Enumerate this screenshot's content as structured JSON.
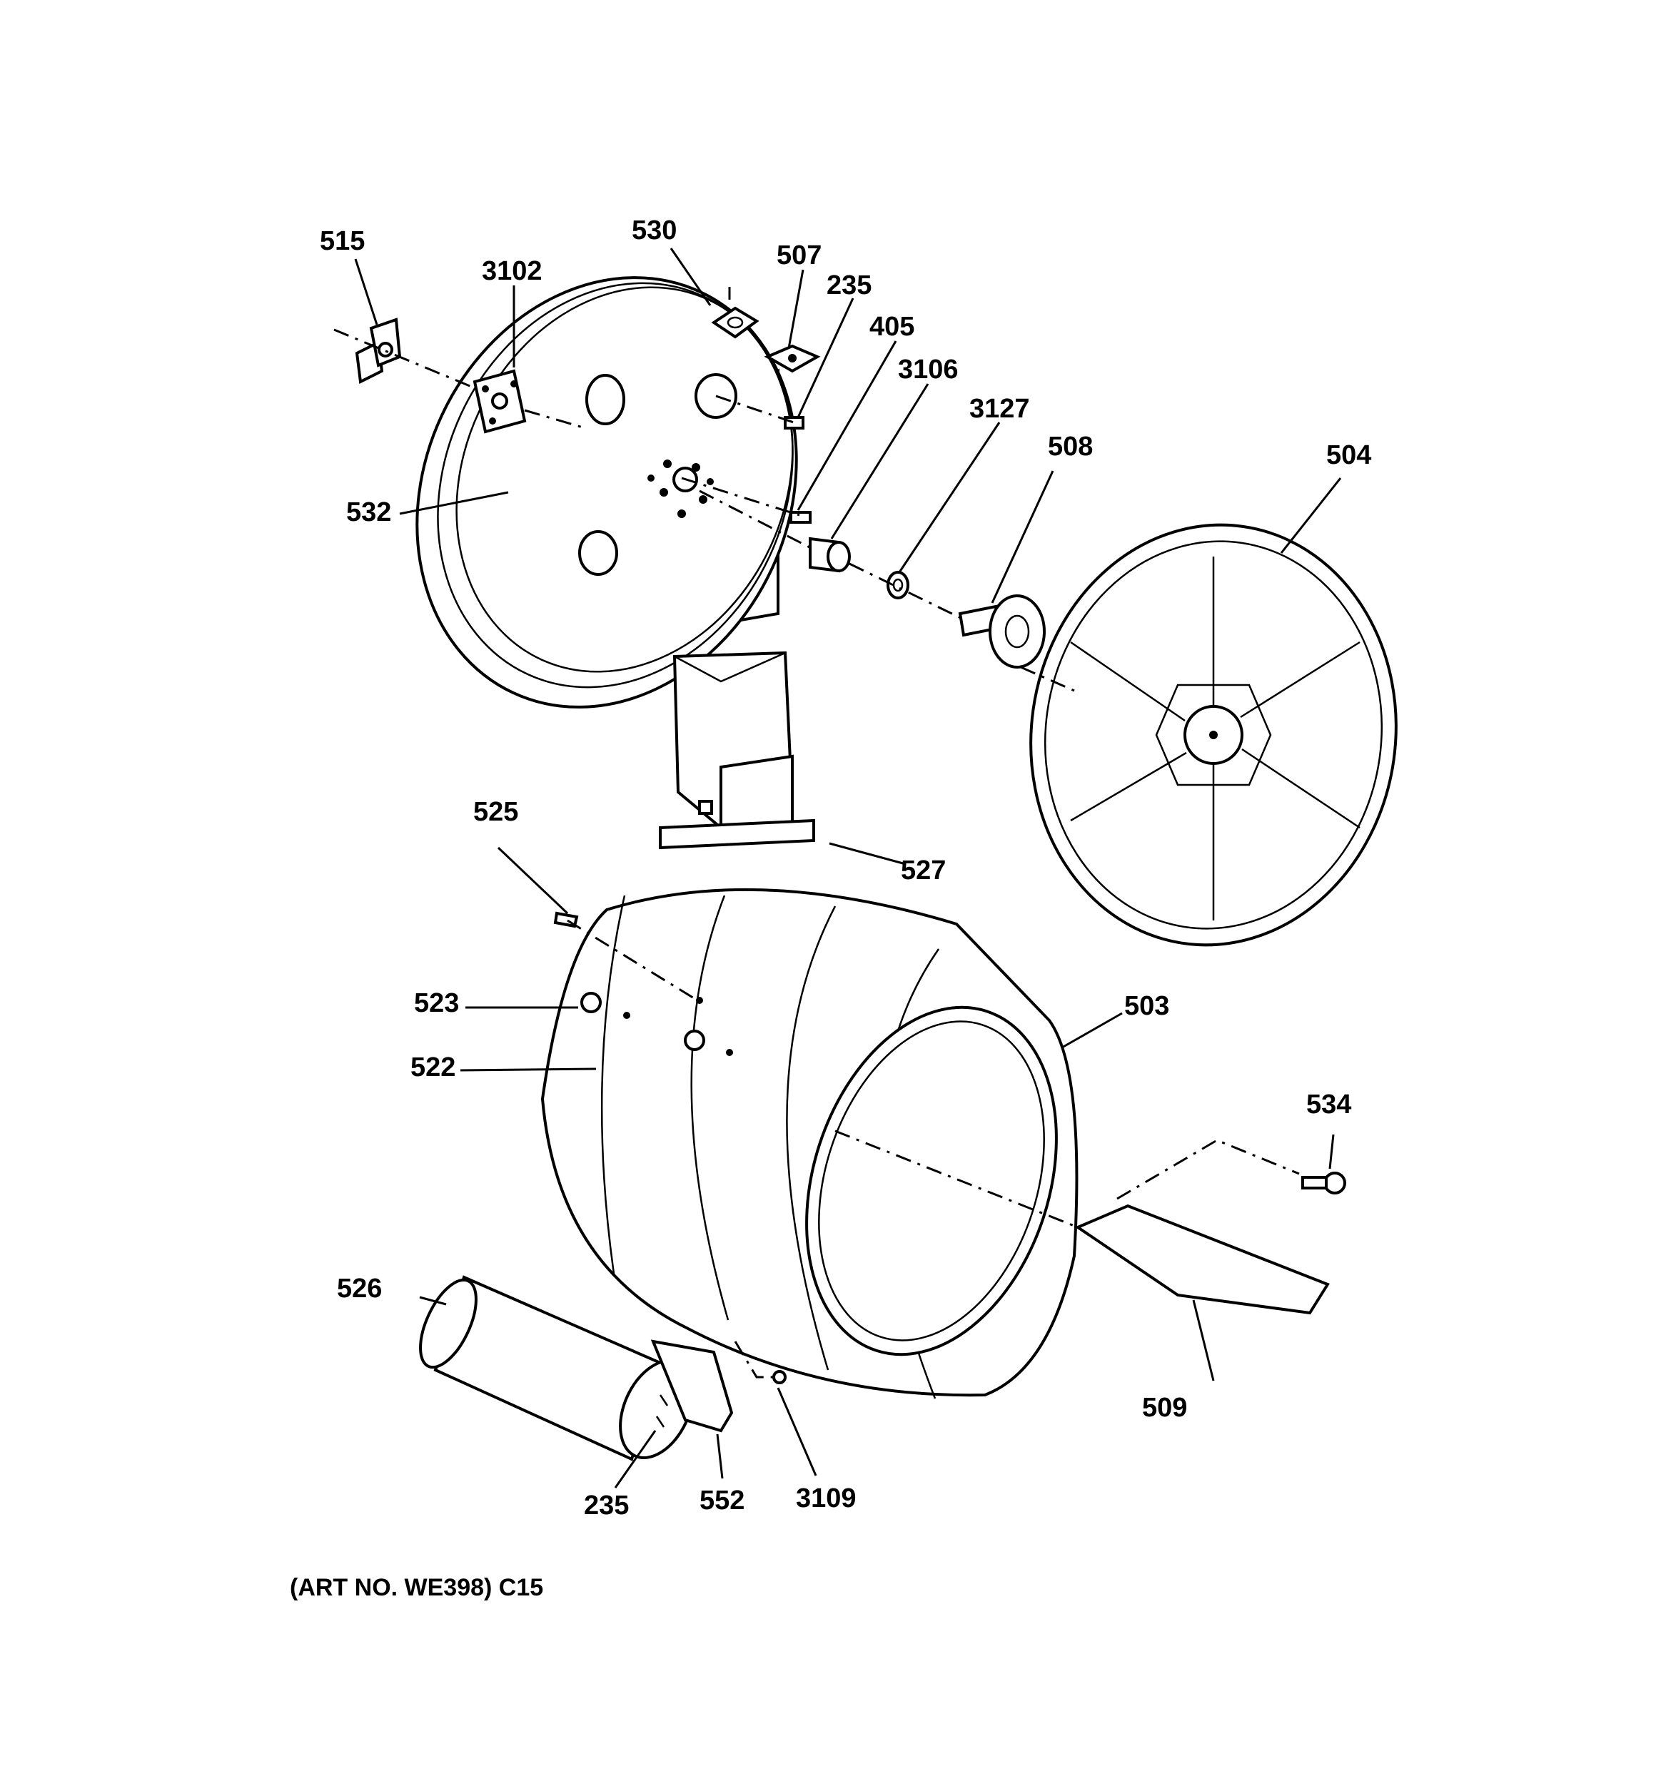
{
  "callouts": {
    "c515": "515",
    "c3102": "3102",
    "c530": "530",
    "c507": "507",
    "c235a": "235",
    "c405": "405",
    "c3106": "3106",
    "c3127": "3127",
    "c508": "508",
    "c504": "504",
    "c532": "532",
    "c525": "525",
    "c527": "527",
    "c523": "523",
    "c522": "522",
    "c503": "503",
    "c534": "534",
    "c526": "526",
    "c509": "509",
    "c235b": "235",
    "c552": "552",
    "c3109": "3109"
  },
  "caption": "(ART NO. WE398) C15"
}
